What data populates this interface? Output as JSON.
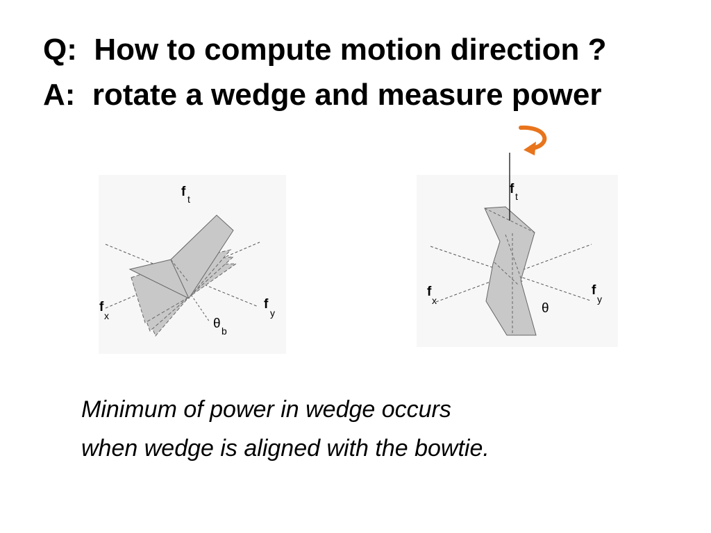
{
  "slide": {
    "question": "Q:  How to compute motion direction ?",
    "answer": "A:  rotate a wedge and measure power",
    "caption_line1": "Minimum of power in wedge occurs",
    "caption_line2": "when wedge is aligned with the bowtie."
  },
  "diagram_left": {
    "label_f": "f",
    "label_f_sub": "t",
    "label_fx": "f",
    "label_fx_sub": "x",
    "label_fy": "f",
    "label_fy_sub": "y",
    "label_theta": "θ",
    "label_theta_sub": "b"
  },
  "diagram_right": {
    "label_f": "f",
    "label_f_sub": "t",
    "label_fx": "f",
    "label_fx_sub": "x",
    "label_fy": "f",
    "label_fy_sub": "y",
    "label_theta": "θ"
  },
  "colors": {
    "wedge_fill": "#c8c8c8",
    "panel_bg": "#f7f7f7",
    "rotate_arrow": "#e8741c"
  },
  "icons": {
    "rotate": "curved-rotate-arrow-icon"
  }
}
